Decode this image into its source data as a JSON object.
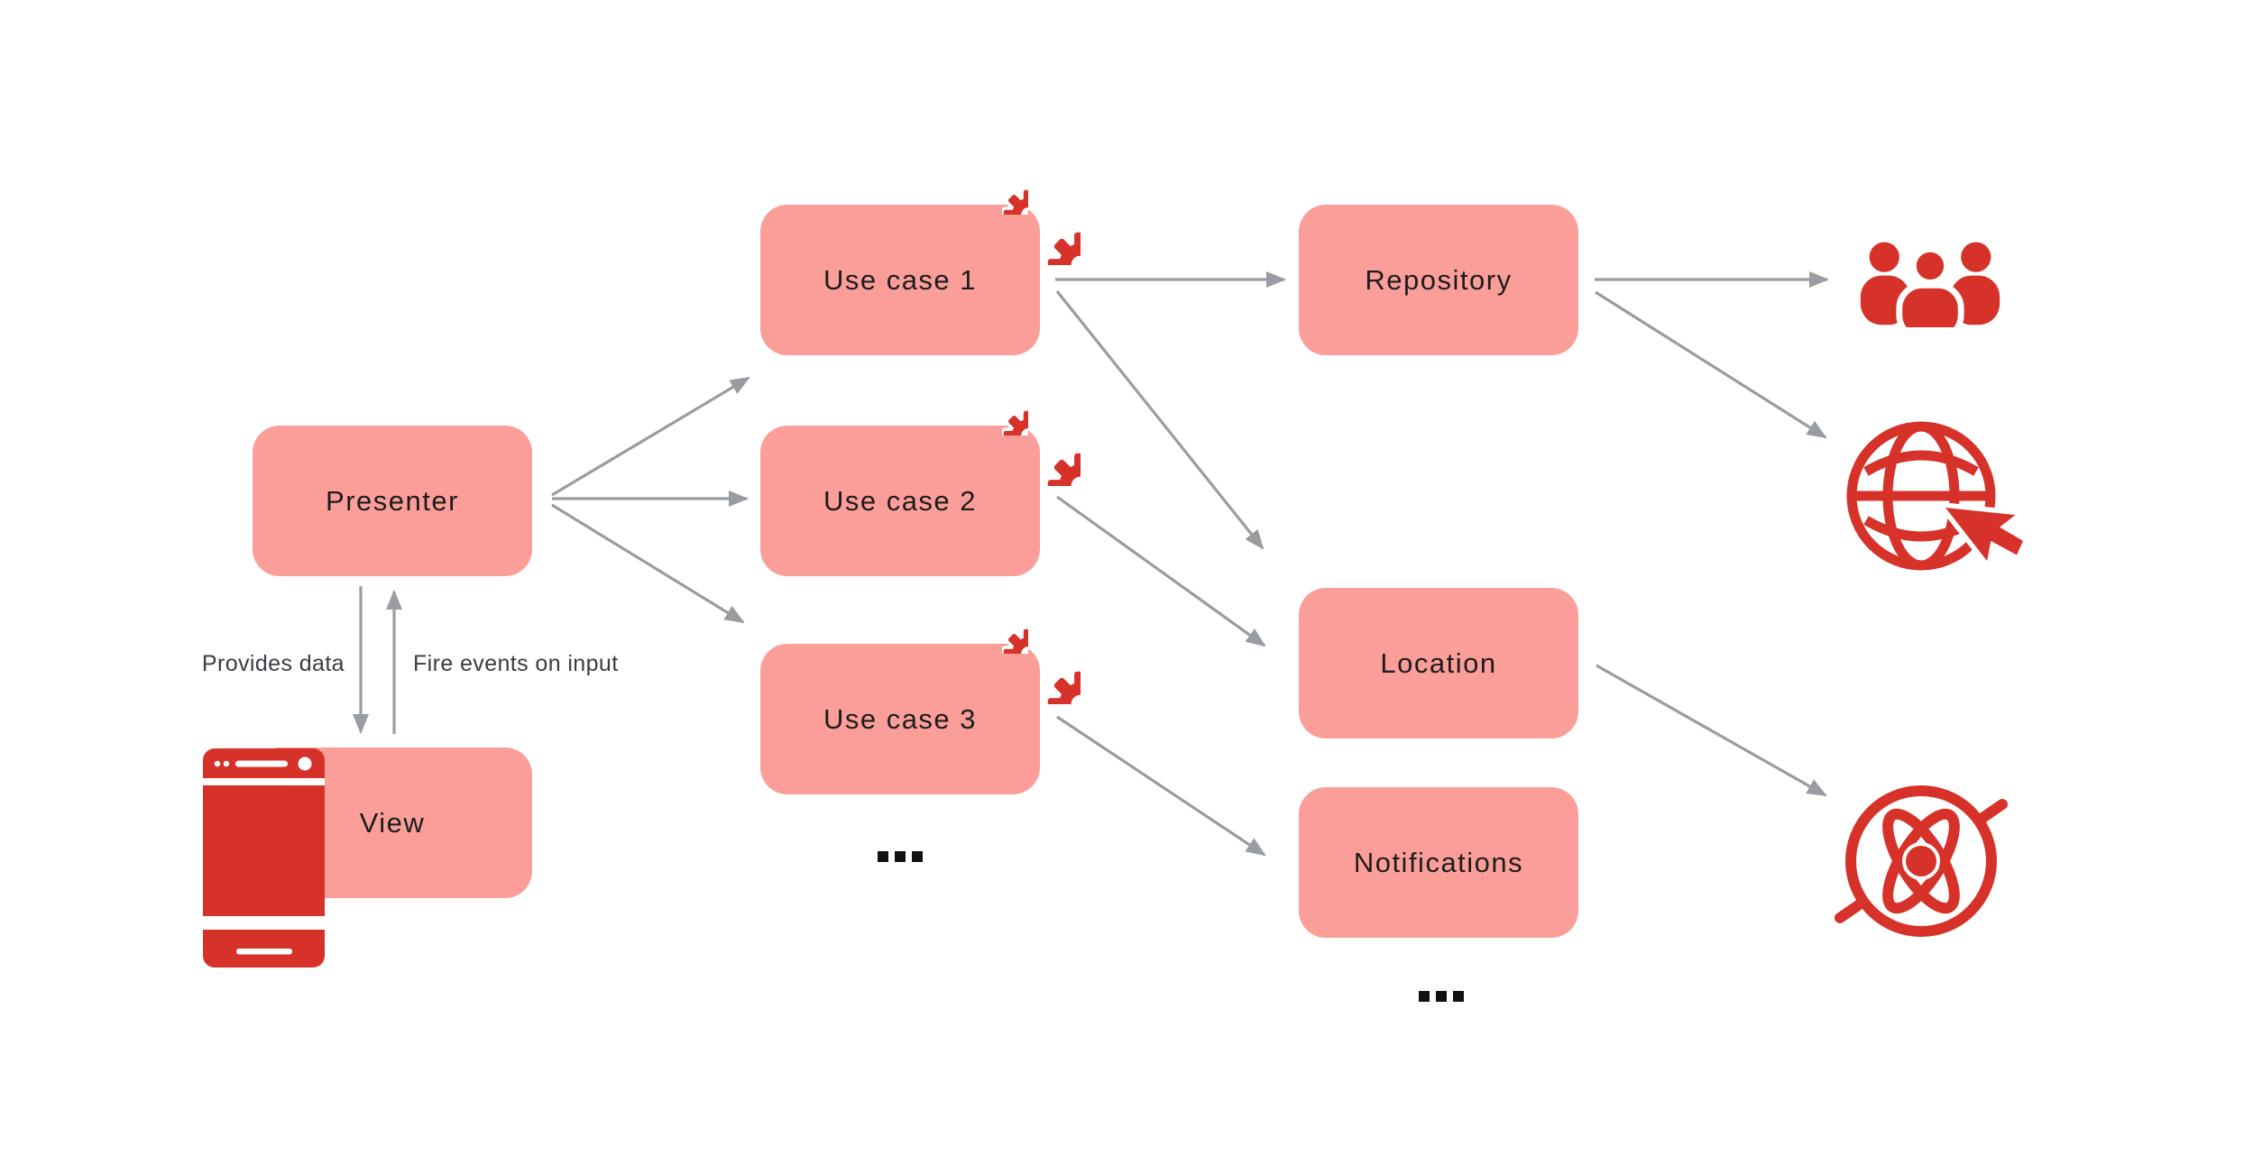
{
  "diagram": {
    "nodes": {
      "presenter": {
        "label": "Presenter"
      },
      "view": {
        "label": "View"
      },
      "use_case_1": {
        "label": "Use case 1"
      },
      "use_case_2": {
        "label": "Use case 2"
      },
      "use_case_3": {
        "label": "Use case 3"
      },
      "repository": {
        "label": "Repository"
      },
      "location": {
        "label": "Location"
      },
      "notifications": {
        "label": "Notifications"
      }
    },
    "edge_labels": {
      "provides_data": "Provides data",
      "fire_events_on_input": "Fire events on input"
    },
    "ellipsis": {
      "more_use_cases": "...",
      "more_services": "..."
    },
    "icons": {
      "phone": "smartphone-icon",
      "gears": "gears-icon",
      "users": "users-group-icon",
      "globe_cursor": "globe-cursor-icon",
      "gyroscope": "gyroscope-sensor-icon"
    },
    "colors": {
      "node_fill": "#FB9E99",
      "icon_red": "#D7322A",
      "arrow_gray": "#999CA0",
      "label_dark": "#363D44",
      "text_dark": "#1D1D1D",
      "background": "#FFFFFF"
    }
  }
}
